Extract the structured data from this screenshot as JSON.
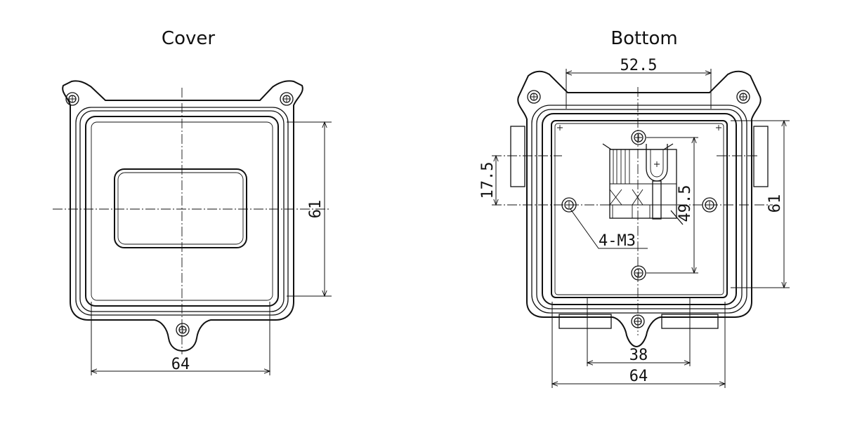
{
  "views": {
    "cover": {
      "title": "Cover"
    },
    "bottom": {
      "title": "Bottom"
    }
  },
  "dimensions": {
    "cover_width": "64",
    "cover_height": "61",
    "bottom_top_width": "52.5",
    "bottom_left_offset": "17.5",
    "bottom_hole_spacing": "49.5",
    "bottom_thread_callout": "4-M3",
    "bottom_height": "61",
    "bottom_inner_width": "38",
    "bottom_width": "64"
  },
  "colors": {
    "line": "#111111",
    "background": "#ffffff"
  }
}
